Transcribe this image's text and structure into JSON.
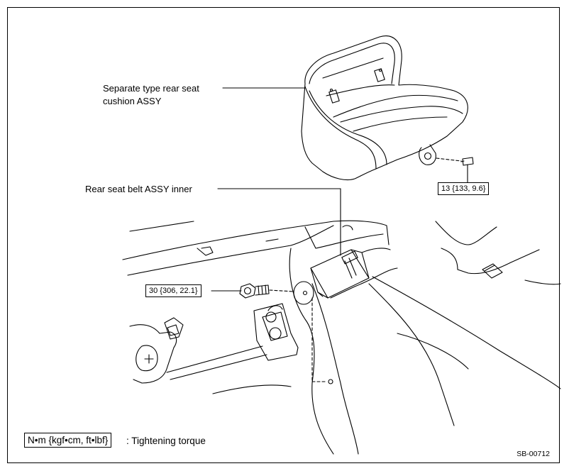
{
  "callouts": {
    "seat_cushion_line1": "Separate type rear seat",
    "seat_cushion_line2": "cushion ASSY",
    "belt_inner": "Rear seat belt ASSY inner"
  },
  "torques": {
    "cushion_bolt": "13 {133, 9.6}",
    "belt_bolt": "30 {306, 22.1}"
  },
  "legend": {
    "unit_box": "N•m {kgf•cm, ft•lbf}",
    "description": ": Tightening torque"
  },
  "figure_code": "SB-00712"
}
